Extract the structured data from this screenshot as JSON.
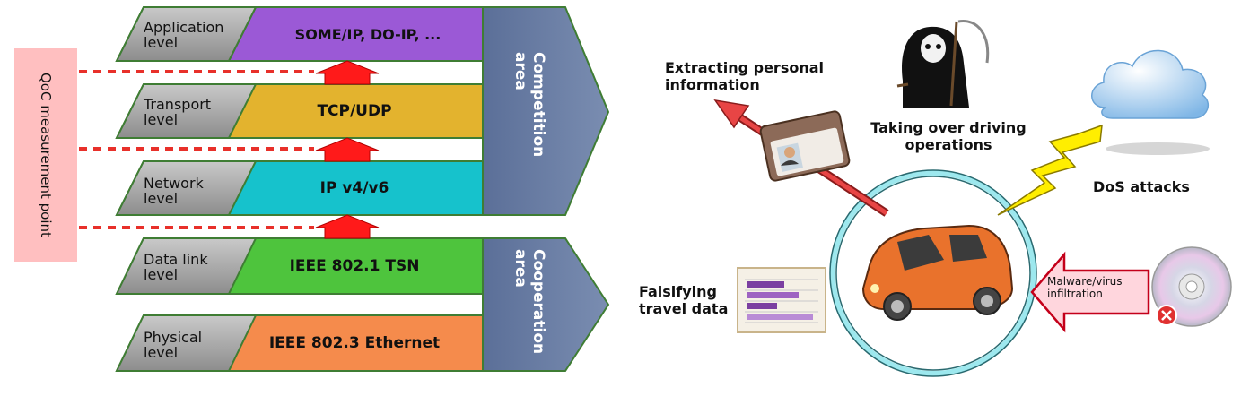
{
  "qoc_label": "QoC measurement point",
  "layers": [
    {
      "level": "Application\nlevel",
      "protocol": "SOME/IP, DO-IP, ...",
      "color": "#9b59d6"
    },
    {
      "level": "Transport\nlevel",
      "protocol": "TCP/UDP",
      "color": "#e3b32e"
    },
    {
      "level": "Network\nlevel",
      "protocol": "IP v4/v6",
      "color": "#16c2cc"
    },
    {
      "level": "Data link\nlevel",
      "protocol": "IEEE 802.1 TSN",
      "color": "#4ec43d"
    },
    {
      "level": "Physical\nlevel",
      "protocol": "IEEE 802.3 Ethernet",
      "color": "#f58b4c"
    }
  ],
  "areas": {
    "competition": "Competition\narea",
    "cooperation": "Cooperation\narea"
  },
  "threats": {
    "personal_info": "Extracting personal\ninformation",
    "driving": "Taking over driving\noperations",
    "dos": "DoS attacks",
    "falsifying": "Falsifying\ntravel data",
    "malware": "Malware/virus\ninfiltration"
  },
  "colors": {
    "area_fill": "#6a7fa6",
    "outline": "#3f7d34",
    "arrow_red": "#ff0000",
    "qoc_bg": "#ffbfc0",
    "ring": "#9de8ee"
  }
}
